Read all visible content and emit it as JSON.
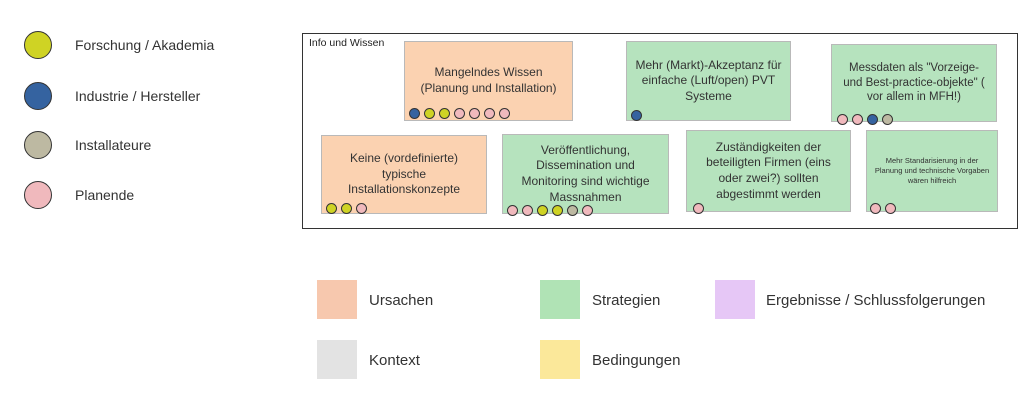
{
  "colors": {
    "forschung": "#cfd324",
    "industrie": "#3563a0",
    "installateure": "#bdb9a2",
    "planende": "#f0b9bd",
    "ursachen": "#f7c8ae",
    "strategien": "#b0e3b5",
    "ergebnisse": "#e6c7f6",
    "kontext": "#e3e3e3",
    "bedingungen": "#fbe89a"
  },
  "stakeholders": [
    {
      "key": "forschung",
      "label": "Forschung / Akademia"
    },
    {
      "key": "industrie",
      "label": "Industrie / Hersteller"
    },
    {
      "key": "installateure",
      "label": "Installateure"
    },
    {
      "key": "planende",
      "label": "Planende"
    }
  ],
  "frame": {
    "title": "Info und Wissen"
  },
  "notes": [
    {
      "id": "n1",
      "text": "Mangelndes Wissen (Planung und Installation)",
      "category": "ursachen",
      "dots": [
        "industrie",
        "forschung",
        "forschung",
        "planende",
        "planende",
        "planende",
        "planende"
      ]
    },
    {
      "id": "n2",
      "text": "Mehr (Markt)-Akzeptanz für einfache (Luft/open) PVT Systeme",
      "category": "strategien",
      "dots": [
        "industrie"
      ]
    },
    {
      "id": "n3",
      "text": "Messdaten als \"Vorzeige- und Best-practice-objekte\" ( vor allem in MFH!)",
      "category": "strategien",
      "dots": [
        "planende",
        "planende",
        "industrie",
        "installateure"
      ]
    },
    {
      "id": "n4",
      "text": "Keine (vordefinierte) typische Installationskonzepte",
      "category": "ursachen",
      "dots": [
        "forschung",
        "forschung",
        "planende"
      ]
    },
    {
      "id": "n5",
      "text": "Veröffentlichung, Dissemination und Monitoring sind wichtige Massnahmen",
      "category": "strategien",
      "dots": [
        "planende",
        "planende",
        "forschung",
        "forschung",
        "installateure",
        "planende"
      ]
    },
    {
      "id": "n6",
      "text": "Zuständigkeiten der beteiligten Firmen (eins oder zwei?) sollten abgestimmt werden",
      "category": "strategien",
      "dots": [
        "planende"
      ]
    },
    {
      "id": "n7",
      "text": "Mehr Standarisierung in der Planung und technische Vorgaben wären hilfreich",
      "category": "strategien",
      "dots": [
        "planende",
        "planende"
      ]
    }
  ],
  "categories": [
    {
      "key": "ursachen",
      "label": "Ursachen"
    },
    {
      "key": "strategien",
      "label": "Strategien"
    },
    {
      "key": "ergebnisse",
      "label": "Ergebnisse / Schlussfolgerungen"
    },
    {
      "key": "kontext",
      "label": "Kontext"
    },
    {
      "key": "bedingungen",
      "label": "Bedingungen"
    }
  ]
}
